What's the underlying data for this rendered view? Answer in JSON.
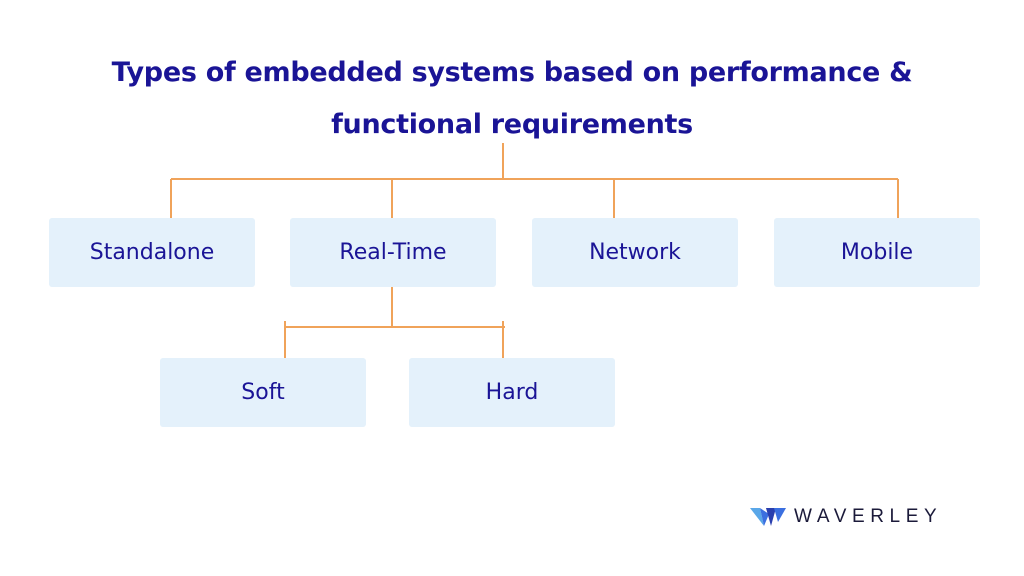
{
  "title": {
    "line1": "Types of embedded systems based on performance &",
    "line2": "functional requirements"
  },
  "nodes": {
    "standalone": "Standalone",
    "realtime": "Real-Time",
    "network": "Network",
    "mobile": "Mobile",
    "soft": "Soft",
    "hard": "Hard"
  },
  "logo": {
    "text": "WAVERLEY"
  },
  "colors": {
    "title": "#1a1496",
    "node_text": "#1a1496",
    "node_fill": "#e4f1fb",
    "connector": "#f0a35a",
    "logo_dark": "#1b1a3a",
    "logo_accent": "#3b6fe0"
  }
}
